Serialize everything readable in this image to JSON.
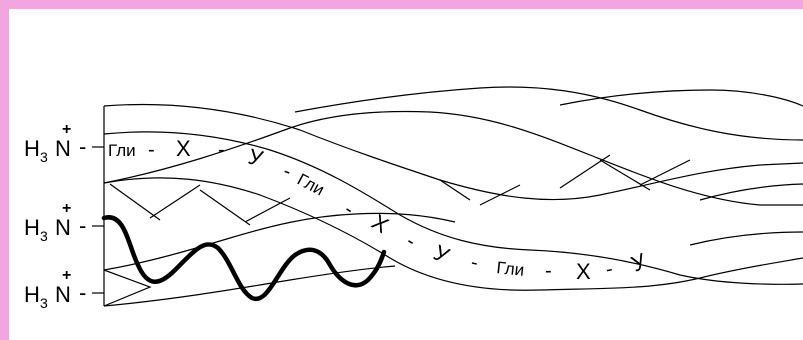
{
  "labels": {
    "n_terminus_1": {
      "h": "H",
      "sub": "3",
      "n": "N",
      "charge": "+"
    },
    "n_terminus_2": {
      "h": "H",
      "sub": "3",
      "n": "N",
      "charge": "+"
    },
    "n_terminus_3": {
      "h": "H",
      "sub": "3",
      "n": "N",
      "charge": "+"
    }
  },
  "sequence": {
    "dash": "-",
    "gly": "Гли",
    "x": "X",
    "y": "У"
  },
  "colors": {
    "frame_border": "#f2a6e0",
    "background": "#ffffff",
    "line": "#000000"
  }
}
